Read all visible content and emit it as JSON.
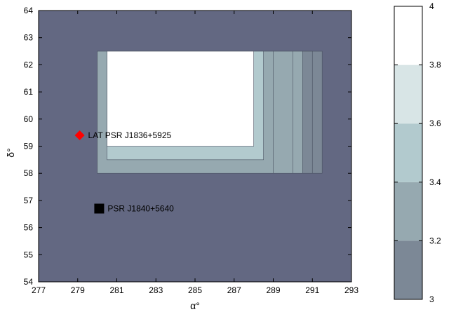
{
  "chart_data": {
    "type": "heatmap",
    "xlabel": "α°",
    "ylabel": "δ°",
    "xlim": [
      277,
      293
    ],
    "ylim": [
      54,
      64
    ],
    "xticks": [
      277,
      279,
      281,
      283,
      285,
      287,
      289,
      291,
      293
    ],
    "yticks": [
      54,
      55,
      56,
      57,
      58,
      59,
      60,
      61,
      62,
      63,
      64
    ],
    "background_value": 2.9,
    "regions": [
      {
        "x": [
          290.5,
          291.5
        ],
        "y": [
          58.0,
          62.5
        ],
        "value": 3.05
      },
      {
        "x": [
          290.0,
          291.0
        ],
        "y": [
          58.0,
          62.5
        ],
        "value": 3.1
      },
      {
        "x": [
          289.0,
          290.5
        ],
        "y": [
          58.0,
          62.5
        ],
        "value": 3.25
      },
      {
        "x": [
          280.0,
          290.0
        ],
        "y": [
          58.0,
          62.5
        ],
        "value": 3.3
      },
      {
        "x": [
          280.0,
          289.0
        ],
        "y": [
          58.0,
          62.5
        ],
        "value": 3.35
      },
      {
        "x": [
          280.5,
          288.5
        ],
        "y": [
          58.5,
          62.5
        ],
        "value": 3.45
      },
      {
        "x": [
          280.5,
          288.0
        ],
        "y": [
          59.0,
          62.5
        ],
        "value": 3.85
      }
    ],
    "markers": [
      {
        "name": "LAT PSR J1836+5925",
        "x": 279.1,
        "y": 59.4,
        "shape": "diamond",
        "color": "#ff0000"
      },
      {
        "name": "PSR J1840+5640",
        "x": 280.1,
        "y": 56.7,
        "shape": "square",
        "color": "#000000"
      }
    ],
    "colorbar": {
      "range": [
        3,
        4
      ],
      "ticks": [
        3,
        3.2,
        3.4,
        3.6,
        3.8,
        4
      ],
      "levels": [
        {
          "from": 3.0,
          "to": 3.2,
          "color": "#7c8896"
        },
        {
          "from": 3.2,
          "to": 3.4,
          "color": "#96a9b0"
        },
        {
          "from": 3.4,
          "to": 3.6,
          "color": "#b2cace"
        },
        {
          "from": 3.6,
          "to": 3.8,
          "color": "#d8e5e6"
        },
        {
          "from": 3.8,
          "to": 4.0,
          "color": "#ffffff"
        }
      ],
      "below_color": "#636882"
    },
    "grid": false
  }
}
